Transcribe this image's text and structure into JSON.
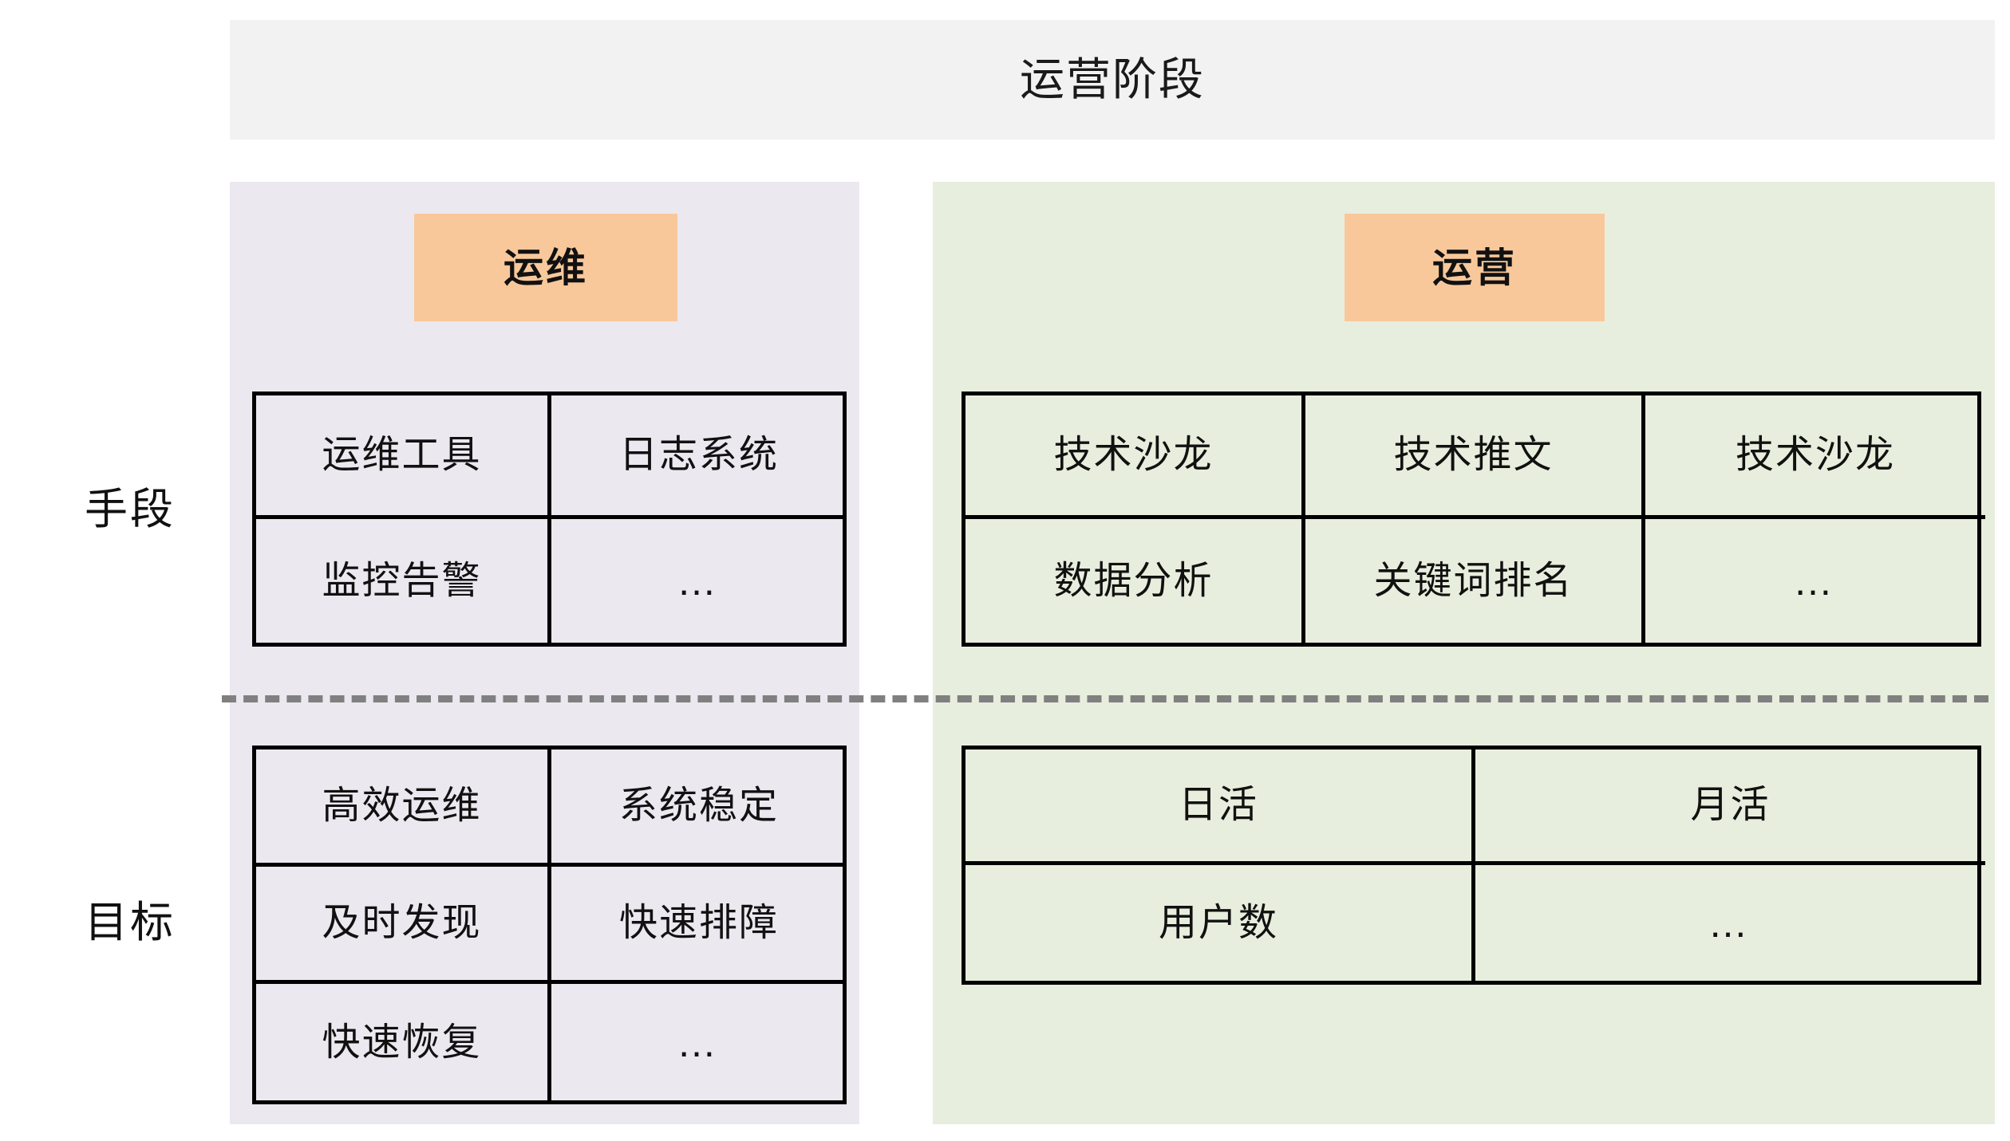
{
  "header": {
    "title": "运营阶段"
  },
  "row_labels": {
    "means": "手段",
    "goals": "目标"
  },
  "columns": [
    {
      "key": "ops",
      "badge": "运维",
      "panel_color": "#EBE8F0",
      "badge_color": "#F8C89B",
      "means_table": {
        "columns": 2,
        "rows": [
          [
            "运维工具",
            "日志系统"
          ],
          [
            "监控告警",
            "…"
          ]
        ]
      },
      "goals_table": {
        "columns": 2,
        "rows": [
          [
            "高效运维",
            "系统稳定"
          ],
          [
            "及时发现",
            "快速排障"
          ],
          [
            "快速恢复",
            "…"
          ]
        ]
      }
    },
    {
      "key": "growth",
      "badge": "运营",
      "panel_color": "#E8EEDD",
      "badge_color": "#F8C89B",
      "means_table": {
        "columns": 3,
        "rows": [
          [
            "技术沙龙",
            "技术推文",
            "技术沙龙"
          ],
          [
            "数据分析",
            "关键词排名",
            "…"
          ]
        ]
      },
      "goals_table": {
        "columns": 2,
        "rows": [
          [
            "日活",
            "月活"
          ],
          [
            "用户数",
            "…"
          ]
        ]
      }
    }
  ],
  "colors": {
    "header_band": "#F2F2F2",
    "divider": "#808080",
    "border": "#000000",
    "text": "#111111"
  }
}
